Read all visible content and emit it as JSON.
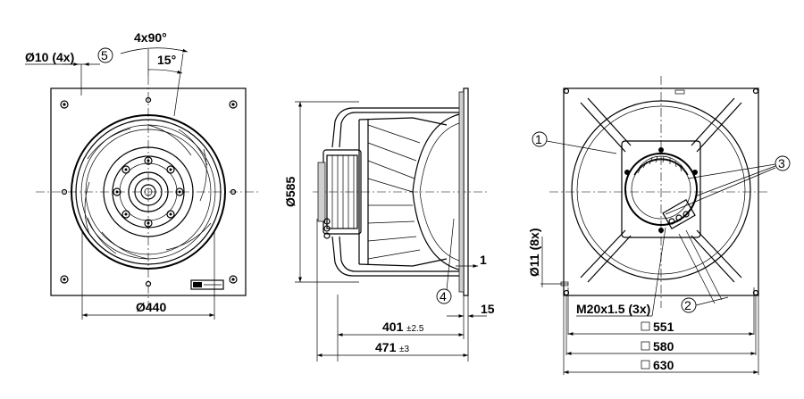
{
  "front_view": {
    "hole_label": "Ø10 (4x)",
    "item5": "5",
    "angle_label": "4x90°",
    "angle_small": "15°",
    "dia_label": "Ø440"
  },
  "side_view": {
    "dia_label": "Ø585",
    "item4": "4",
    "dim_1": "1",
    "dim_15": "15",
    "dim_401": "401",
    "tol_401": "±2.5",
    "dim_471": "471",
    "tol_471": "±3"
  },
  "rear_view": {
    "item1": "1",
    "item2": "2",
    "item3": "3",
    "hole_label": "Ø11 (8x)",
    "thread_label": "M20x1.5 (3x)",
    "dim_551": "551",
    "dim_580": "580",
    "dim_630": "630"
  }
}
